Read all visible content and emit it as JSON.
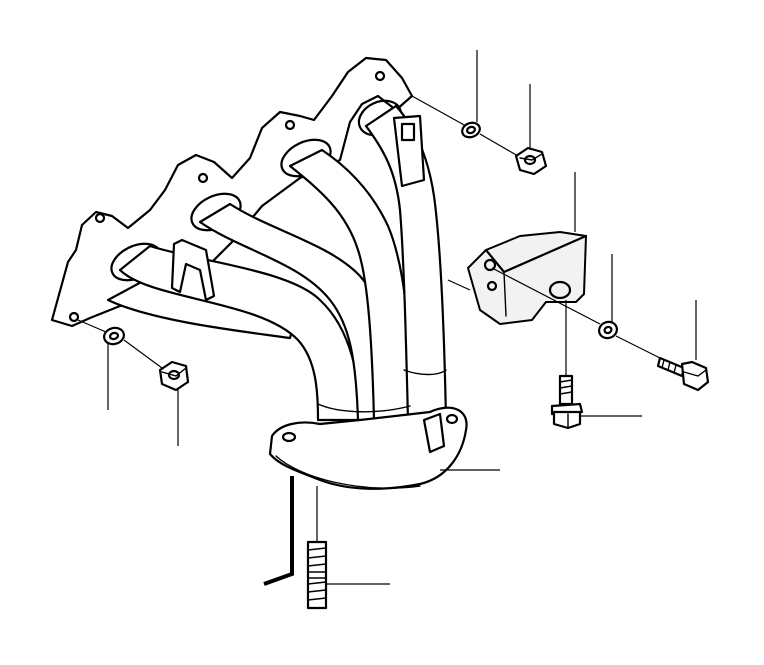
{
  "diagram": {
    "parts": [
      {
        "id": "exhaust-manifold"
      },
      {
        "id": "manifold-washer-upper"
      },
      {
        "id": "manifold-nut-upper"
      },
      {
        "id": "manifold-washer-lower"
      },
      {
        "id": "manifold-nut-lower"
      },
      {
        "id": "support-bracket"
      },
      {
        "id": "bracket-washer"
      },
      {
        "id": "bracket-bolt-long"
      },
      {
        "id": "bracket-bolt-short"
      },
      {
        "id": "manifold-stud"
      }
    ]
  }
}
